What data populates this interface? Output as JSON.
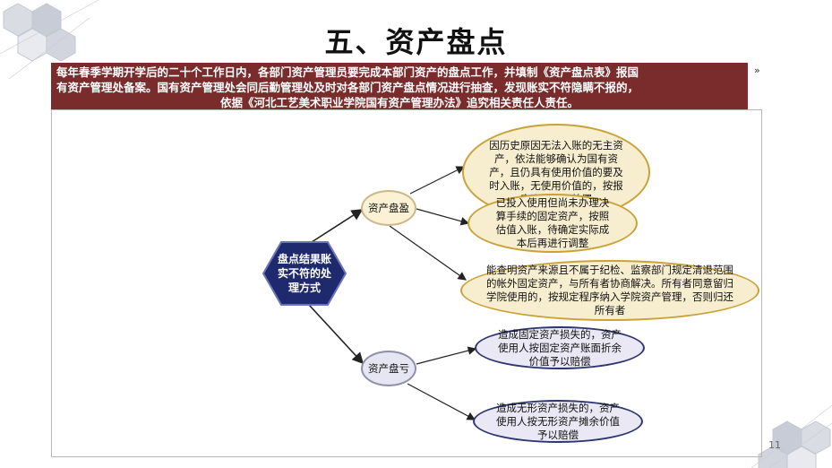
{
  "slide": {
    "title": "五、资产盘点",
    "banner_line1": "每年春季学期开学后的二十个工作日内，各部门资产管理员要完成本部门资产的盘点工作，并填制《资产盘点表》报国",
    "banner_line2": "有资产管理处备案。国有资产管理处会同后勤管理处及时对各部门资产盘点情况进行抽查，发现账实不符隐瞒不报的，",
    "banner_line3": "依据《河北工艺美术职业学院国有资产管理办法》追究相关责任人责任。",
    "marker": "»",
    "page_number": "11"
  },
  "diagram": {
    "root": "盘点结果账实不符的处理方式",
    "gain_label": "资产盘盈",
    "loss_label": "资产盘亏",
    "gain_items": [
      "因历史原因无法入账的无主资产，依法能够确认为国有资产，且仍具有使用价值的要及时入账，无使用价值的，按报废资产进行处置",
      "已投入使用但尚未办理决算手续的固定资产，按照估值入账，待确定实际成本后再进行调整",
      "能查明资产来源且不属于纪检、监察部门规定清退范围的帐外固定资产，与所有者协商解决。所有者同意留归学院使用的，按规定程序纳入学院资产管理，否则归还所有者"
    ],
    "loss_items": [
      "造成固定资产损失的，资产使用人按固定资产账面折余价值予以赔偿",
      "造成无形资产损失的，资产使用人按无形资产摊余价值予以赔偿"
    ]
  },
  "colors": {
    "banner_bg": "#7a2c2c",
    "hex_fill": "#1f2a6e",
    "yellow_fill": "#f7eed0",
    "yellow_border": "#c9a33a",
    "purple_fill": "#e9e8f4",
    "purple_border": "#2e3570"
  }
}
